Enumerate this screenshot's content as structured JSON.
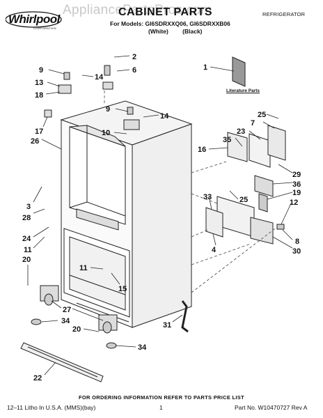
{
  "header": {
    "brand": "Whirlpool",
    "brand_sub": "CORPORATION",
    "watermark": "AppliancePartsPros.com",
    "title": "CABINET PARTS",
    "category": "REFRIGERATOR",
    "models_line": "For Models: GI6SDRXXQ06, GI6SDRXXB06",
    "color_white": "(White)",
    "color_black": "(Black)"
  },
  "diagram": {
    "literature_label": "Literature Parts",
    "callouts": [
      "1",
      "2",
      "6",
      "9",
      "14",
      "13",
      "18",
      "17",
      "26",
      "9",
      "14",
      "10",
      "25",
      "7",
      "23",
      "35",
      "16",
      "29",
      "36",
      "19",
      "12",
      "8",
      "30",
      "33",
      "25",
      "4",
      "3",
      "28",
      "24",
      "11",
      "20",
      "11",
      "15",
      "27",
      "34",
      "20",
      "34",
      "31",
      "22"
    ]
  },
  "footer": {
    "note": "FOR ORDERING INFORMATION REFER TO PARTS PRICE LIST",
    "left": "12–11 Litho In U.S.A. (MMS)(bay)",
    "page": "1",
    "right": "Part No. W10470727 Rev A"
  }
}
